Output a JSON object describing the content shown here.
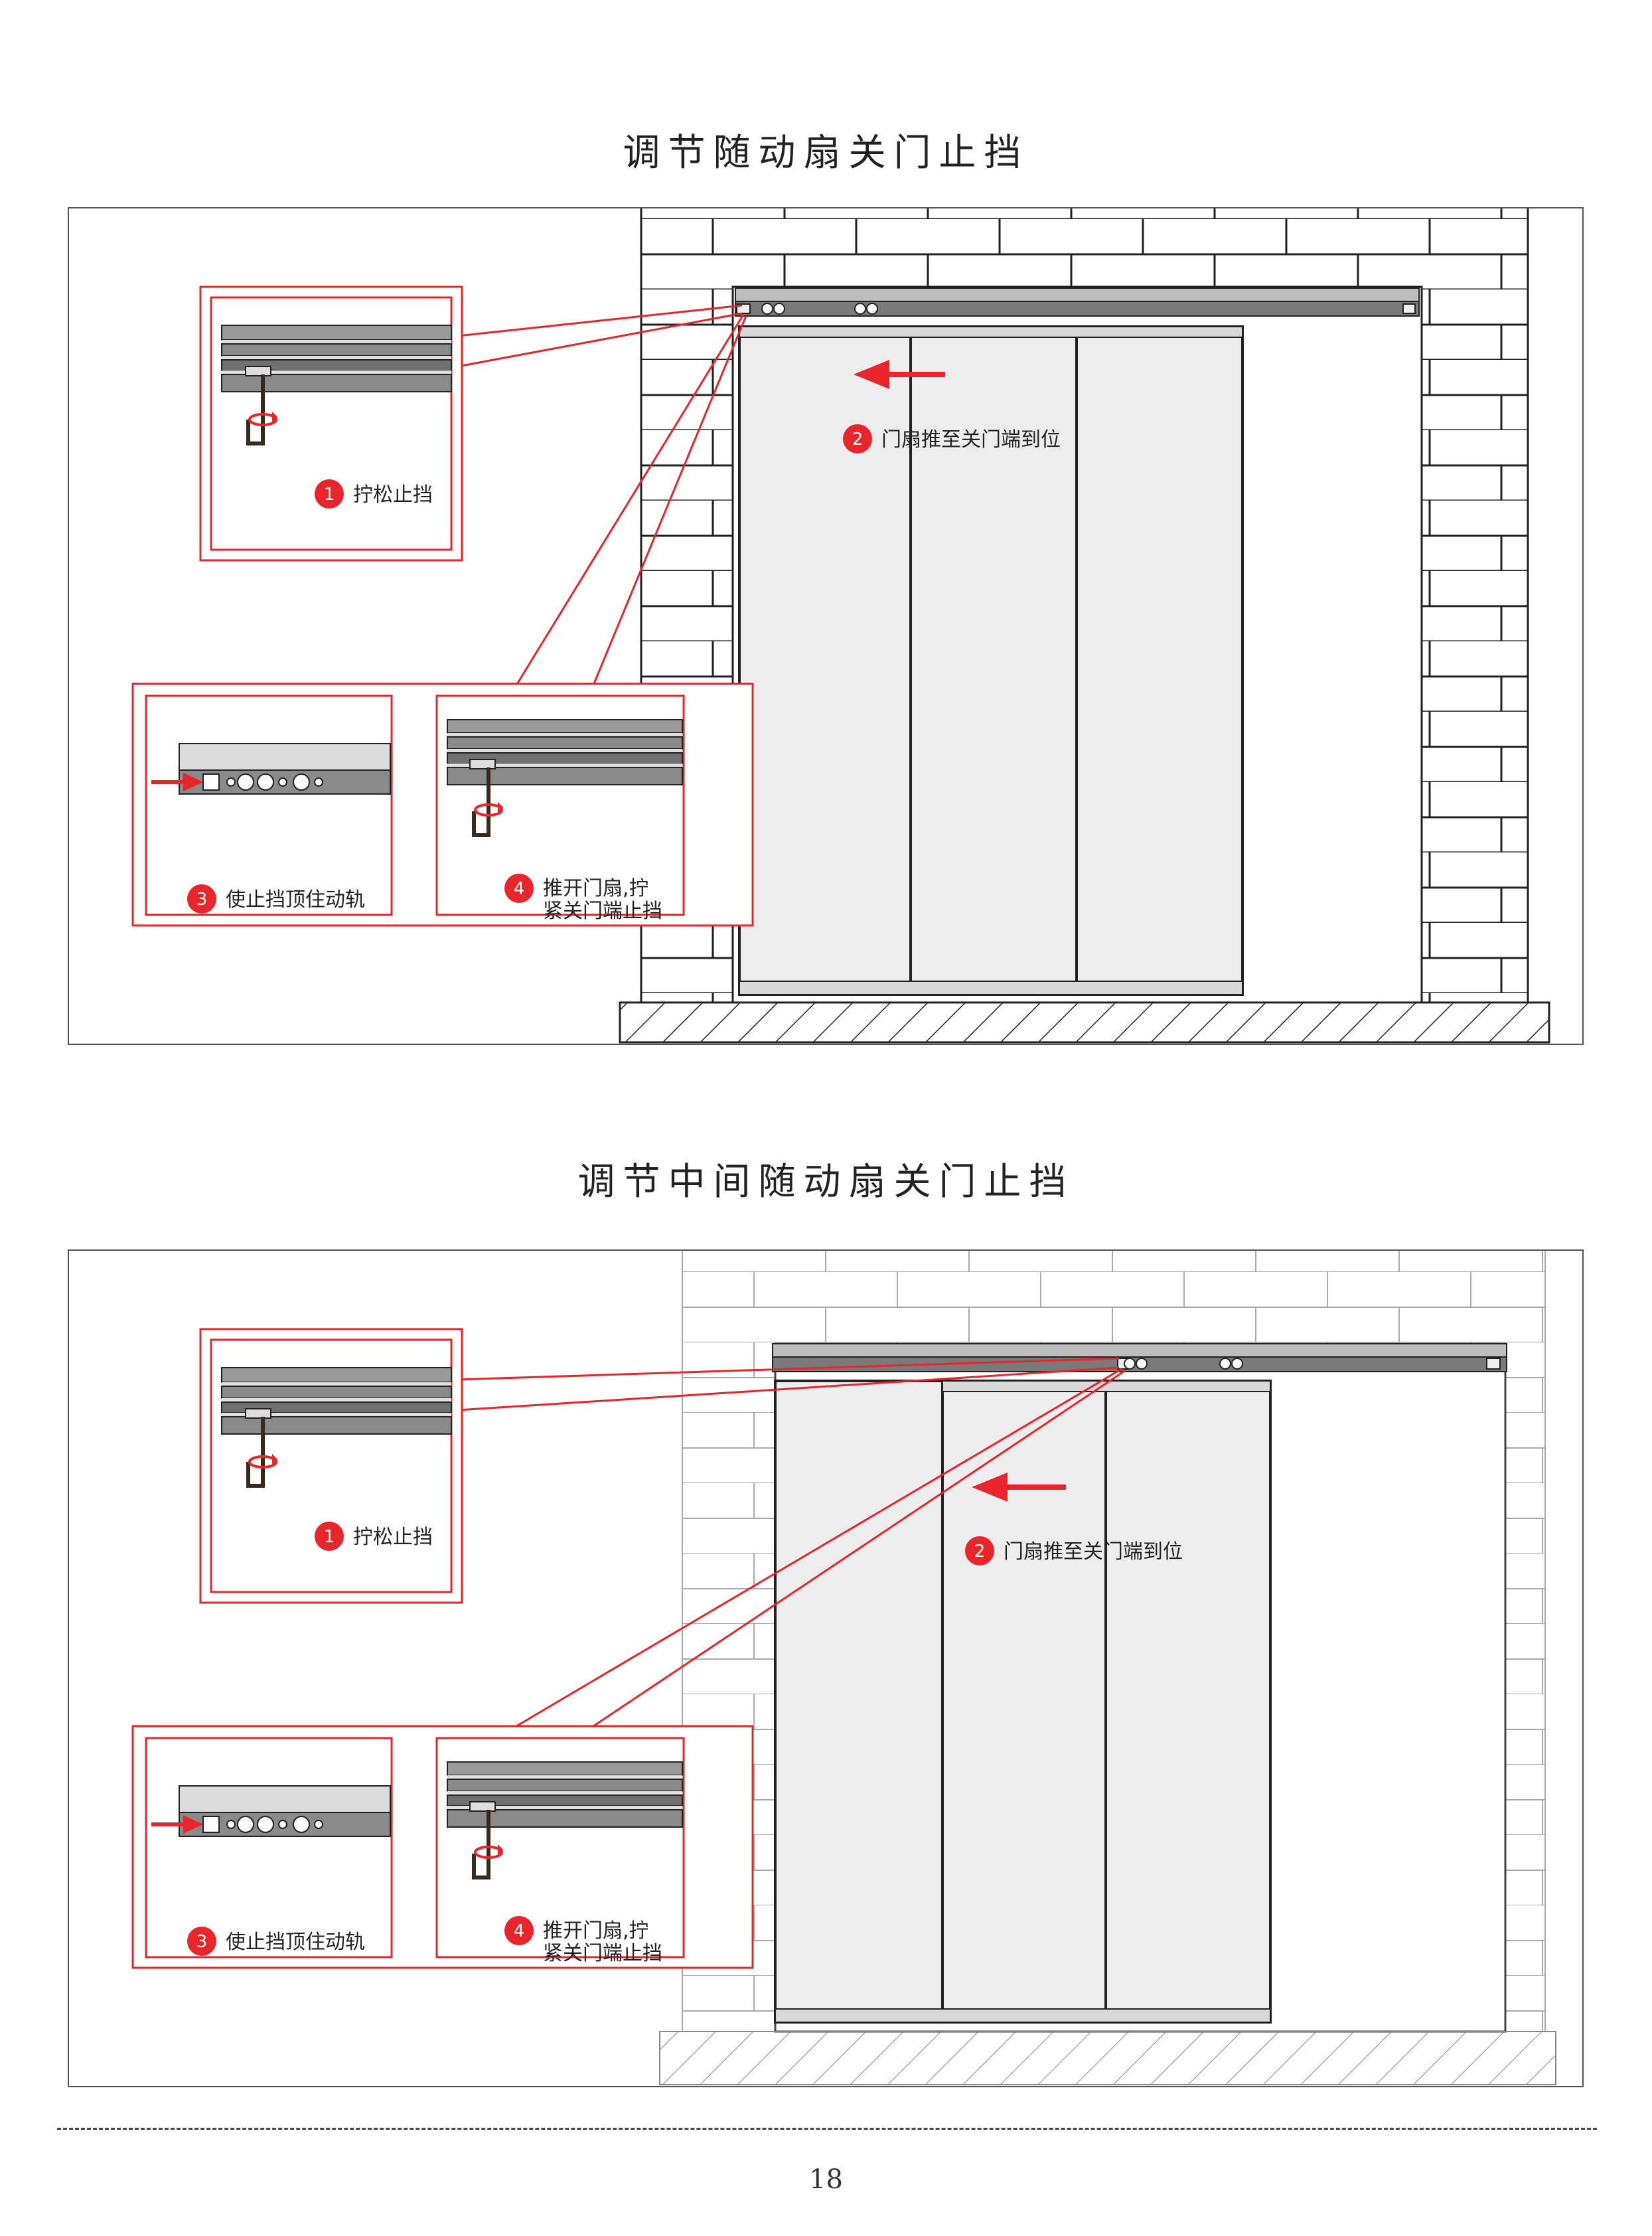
{
  "page": {
    "title_top": "调节随动扇关门止挡",
    "title_bottom": "调节中间随动扇关门止挡",
    "page_number": "18"
  },
  "steps": {
    "s1_num": "1",
    "s1": "拧松止挡",
    "s2_num": "2",
    "s2": "门扇推至关门端到位",
    "s3_num": "3",
    "s3": "使止挡顶住动轨",
    "s4_num": "4",
    "s4_line1": "推开门扇,拧",
    "s4_line2": "紧关门端止挡"
  },
  "colors": {
    "accent": "#e8252a",
    "line": "#222222",
    "door_fill": "#ededed",
    "rail": "#8a8a8a"
  },
  "icons": [
    "hex-key-icon",
    "rotate-arrow-icon",
    "push-arrow-icon"
  ]
}
